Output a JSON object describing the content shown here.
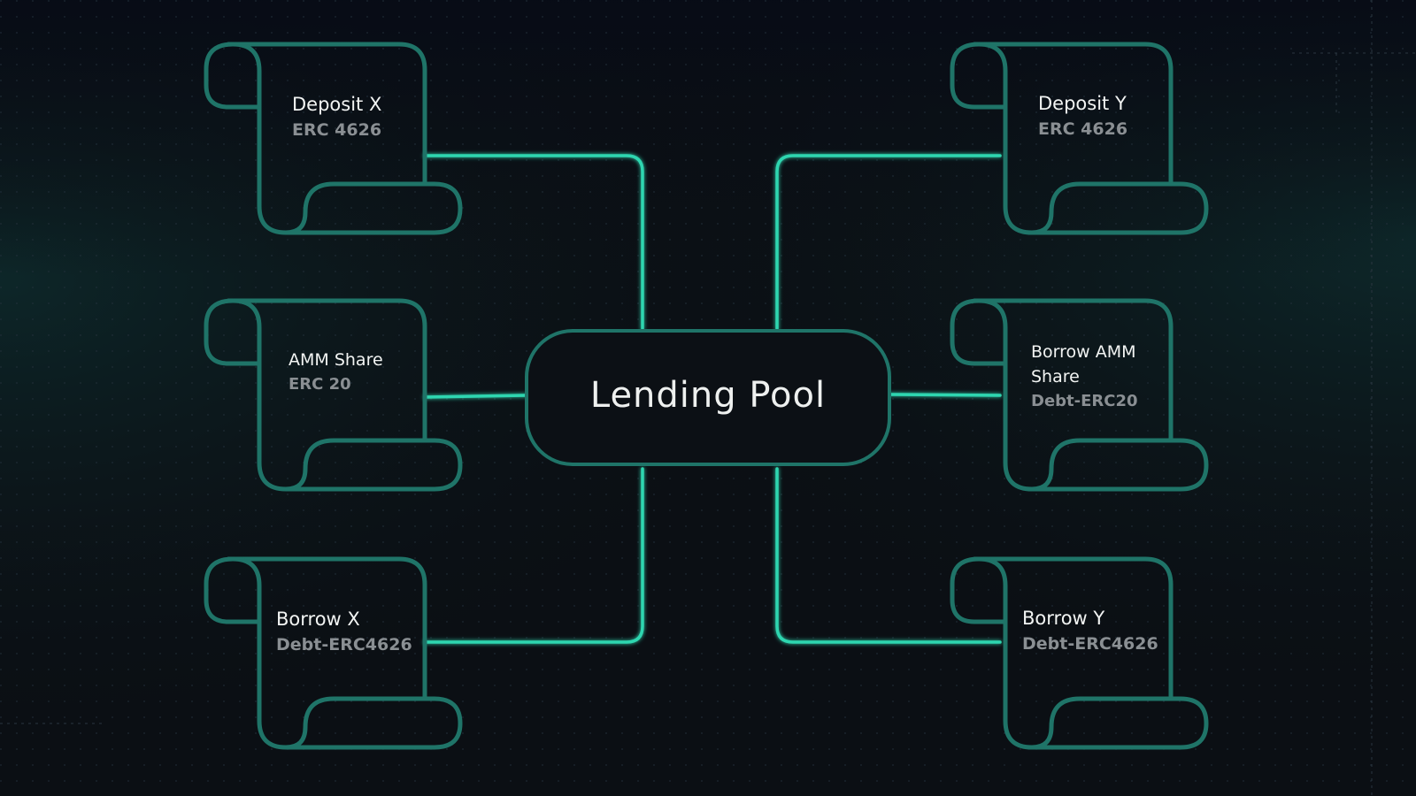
{
  "colors": {
    "background": "#0b0f14",
    "outline": "#1f7468",
    "connector": "#2fd6b0",
    "title_text": "#f2f4f3",
    "subtitle_text": "#8a8f93"
  },
  "center": {
    "label": "Lending Pool"
  },
  "tokens": {
    "deposit_x": {
      "title": "Deposit X",
      "subtitle": "ERC 4626"
    },
    "deposit_y": {
      "title": "Deposit Y",
      "subtitle": "ERC 4626"
    },
    "amm_share": {
      "title": "AMM Share",
      "subtitle": "ERC 20"
    },
    "borrow_amm_share": {
      "title_line1": "Borrow AMM",
      "title_line2": "Share",
      "subtitle": "Debt-ERC20"
    },
    "borrow_x": {
      "title": "Borrow X",
      "subtitle": "Debt-ERC4626"
    },
    "borrow_y": {
      "title": "Borrow Y",
      "subtitle": "Debt-ERC4626"
    }
  }
}
